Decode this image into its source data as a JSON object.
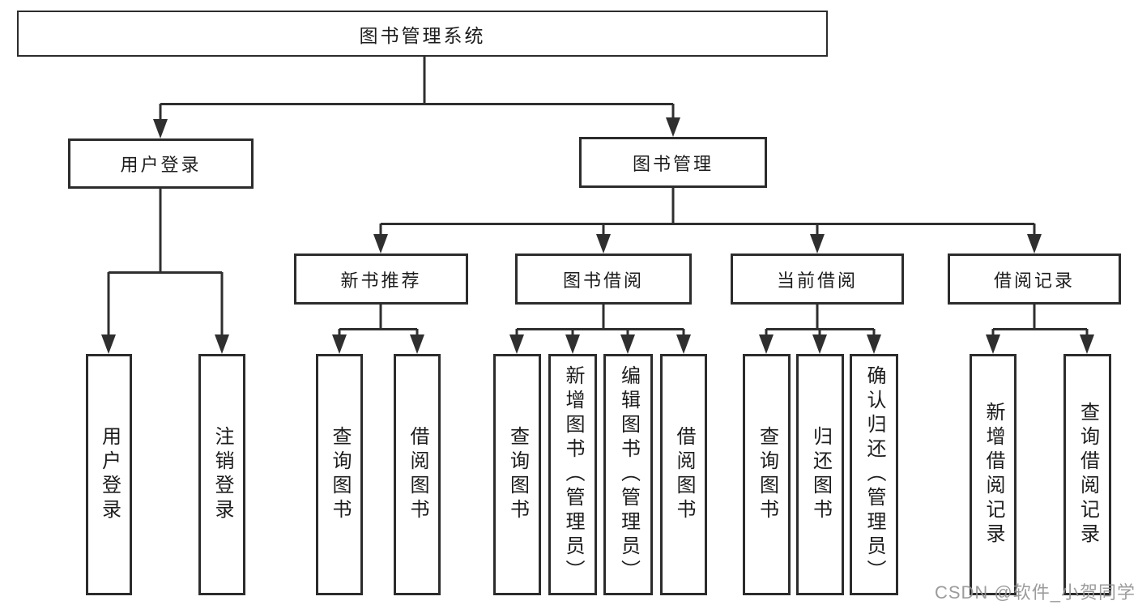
{
  "diagram_type": "hierarchy-tree",
  "colors": {
    "background": "#ffffff",
    "line": "#2f2f2f",
    "box_border": "#2c2c2c",
    "text": "#1c1c1c",
    "watermark": "#949494"
  },
  "watermark": {
    "text": "CSDN @软件_小贺同学"
  },
  "tree": {
    "root": {
      "label": "图书管理系统",
      "children": [
        {
          "label": "用户登录",
          "children": [
            {
              "label": "用户登录"
            },
            {
              "label": "注销登录"
            }
          ]
        },
        {
          "label": "图书管理",
          "children": [
            {
              "label": "新书推荐",
              "children": [
                {
                  "label": "查询图书"
                },
                {
                  "label": "借阅图书"
                }
              ]
            },
            {
              "label": "图书借阅",
              "children": [
                {
                  "label": "查询图书"
                },
                {
                  "label": "新增图书（管理员）"
                },
                {
                  "label": "编辑图书（管理员）"
                },
                {
                  "label": "借阅图书"
                }
              ]
            },
            {
              "label": "当前借阅",
              "children": [
                {
                  "label": "查询图书"
                },
                {
                  "label": "归还图书"
                },
                {
                  "label": "确认归还（管理员）"
                }
              ]
            },
            {
              "label": "借阅记录",
              "children": [
                {
                  "label": "新增借阅记录"
                },
                {
                  "label": "查询借阅记录"
                }
              ]
            }
          ]
        }
      ]
    }
  }
}
